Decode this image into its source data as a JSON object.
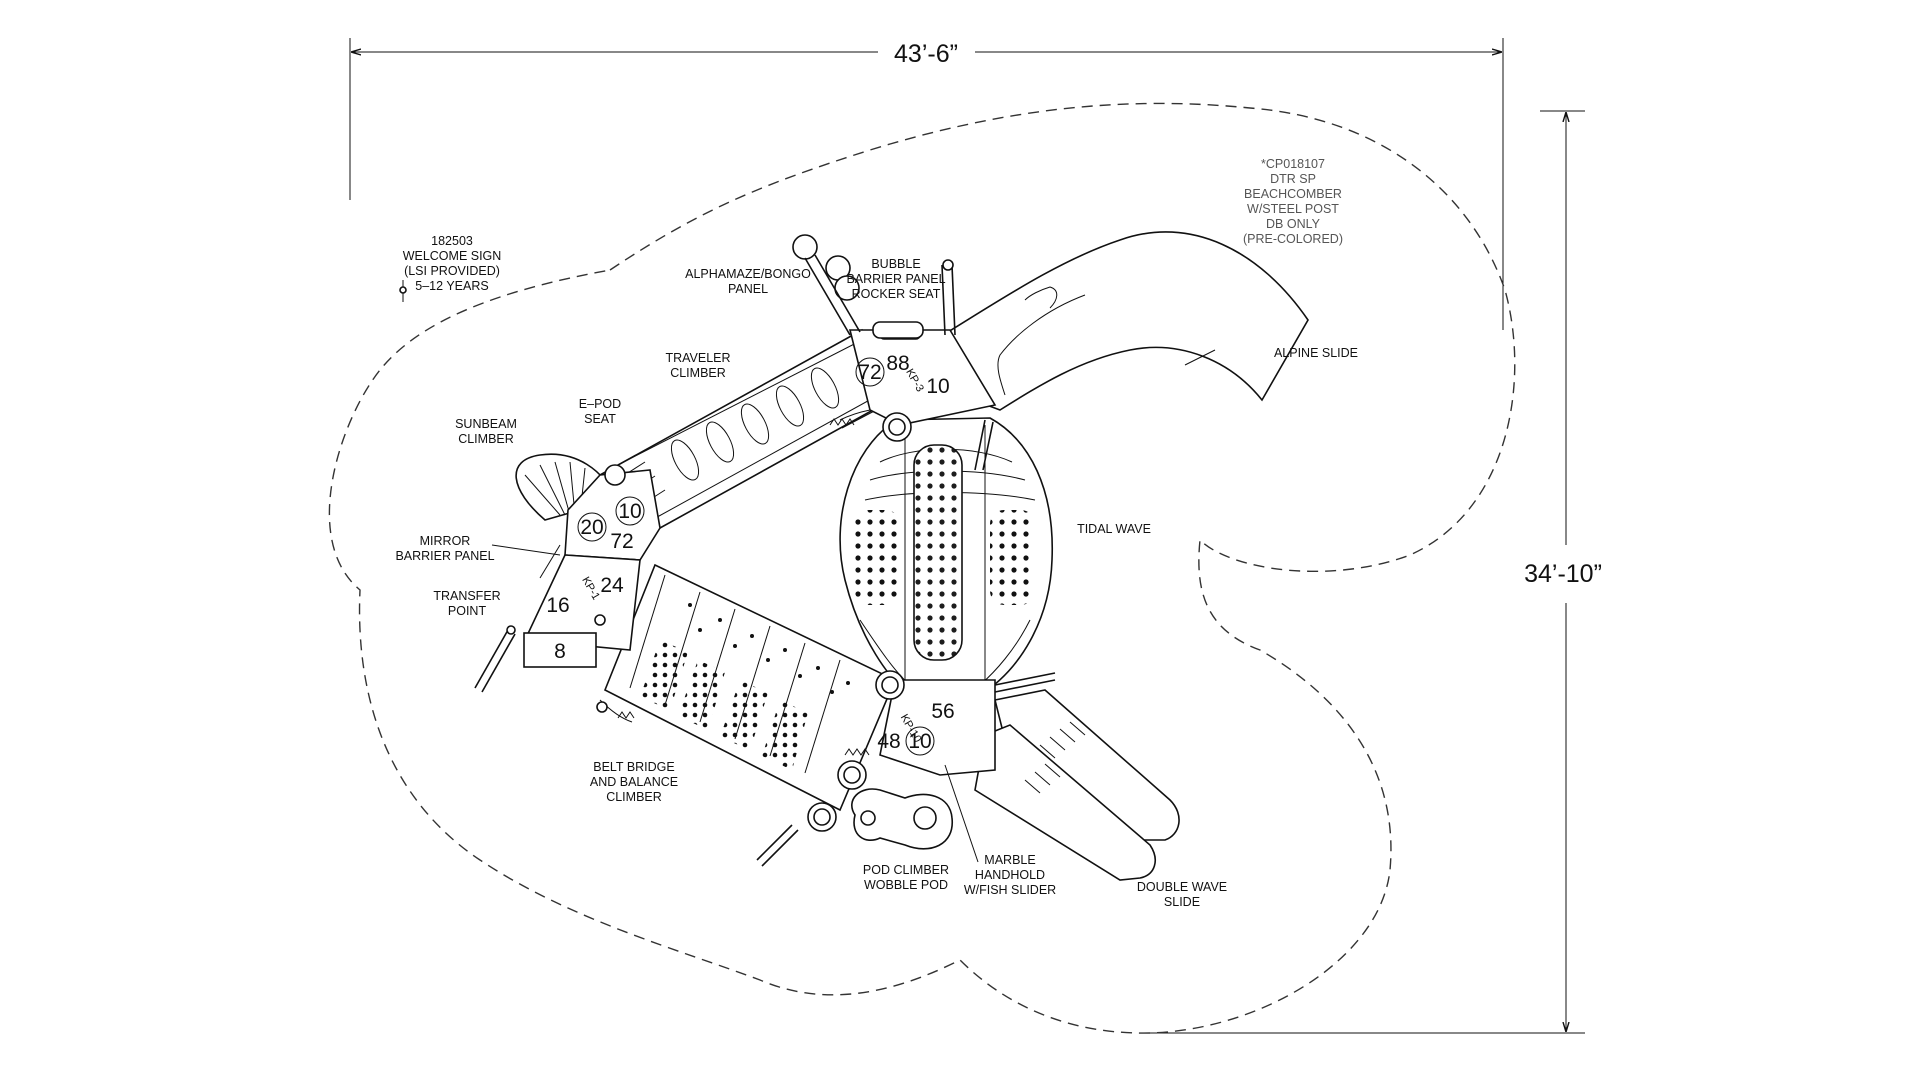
{
  "dimensions": {
    "width": "43’-6”",
    "height": "34’-10”"
  },
  "deck_heights": [
    "72",
    "88",
    "10",
    "20",
    "10",
    "72",
    "24",
    "16",
    "8",
    "56",
    "48",
    "10"
  ],
  "kick_plates": [
    "KP-3",
    "KP-1",
    "KP-10"
  ],
  "labels": {
    "cp_note": [
      "*CP018107",
      "DTR SP",
      "BEACHCOMBER",
      "W/STEEL POST",
      "DB ONLY",
      "(PRE-COLORED)"
    ],
    "welcome_sign": [
      "182503",
      "WELCOME SIGN",
      "(LSI PROVIDED)",
      "5–12 YEARS"
    ],
    "alphamaze": [
      "ALPHAMAZE/BONGO",
      "PANEL"
    ],
    "bubble": [
      "BUBBLE",
      "BARRIER PANEL",
      "ROCKER SEAT"
    ],
    "traveler": [
      "TRAVELER",
      "CLIMBER"
    ],
    "epod": [
      "E–POD",
      "SEAT"
    ],
    "sunbeam": [
      "SUNBEAM",
      "CLIMBER"
    ],
    "mirror": [
      "MIRROR",
      "BARRIER PANEL"
    ],
    "transfer": [
      "TRANSFER",
      "POINT"
    ],
    "alpine": [
      "ALPINE SLIDE"
    ],
    "tidal": [
      "TIDAL WAVE"
    ],
    "belt": [
      "BELT BRIDGE",
      "AND BALANCE",
      "CLIMBER"
    ],
    "pod": [
      "POD CLIMBER",
      "WOBBLE POD"
    ],
    "marble": [
      "MARBLE",
      "HANDHOLD",
      "W/FISH SLIDER"
    ],
    "double_wave": [
      "DOUBLE WAVE",
      "SLIDE"
    ]
  }
}
